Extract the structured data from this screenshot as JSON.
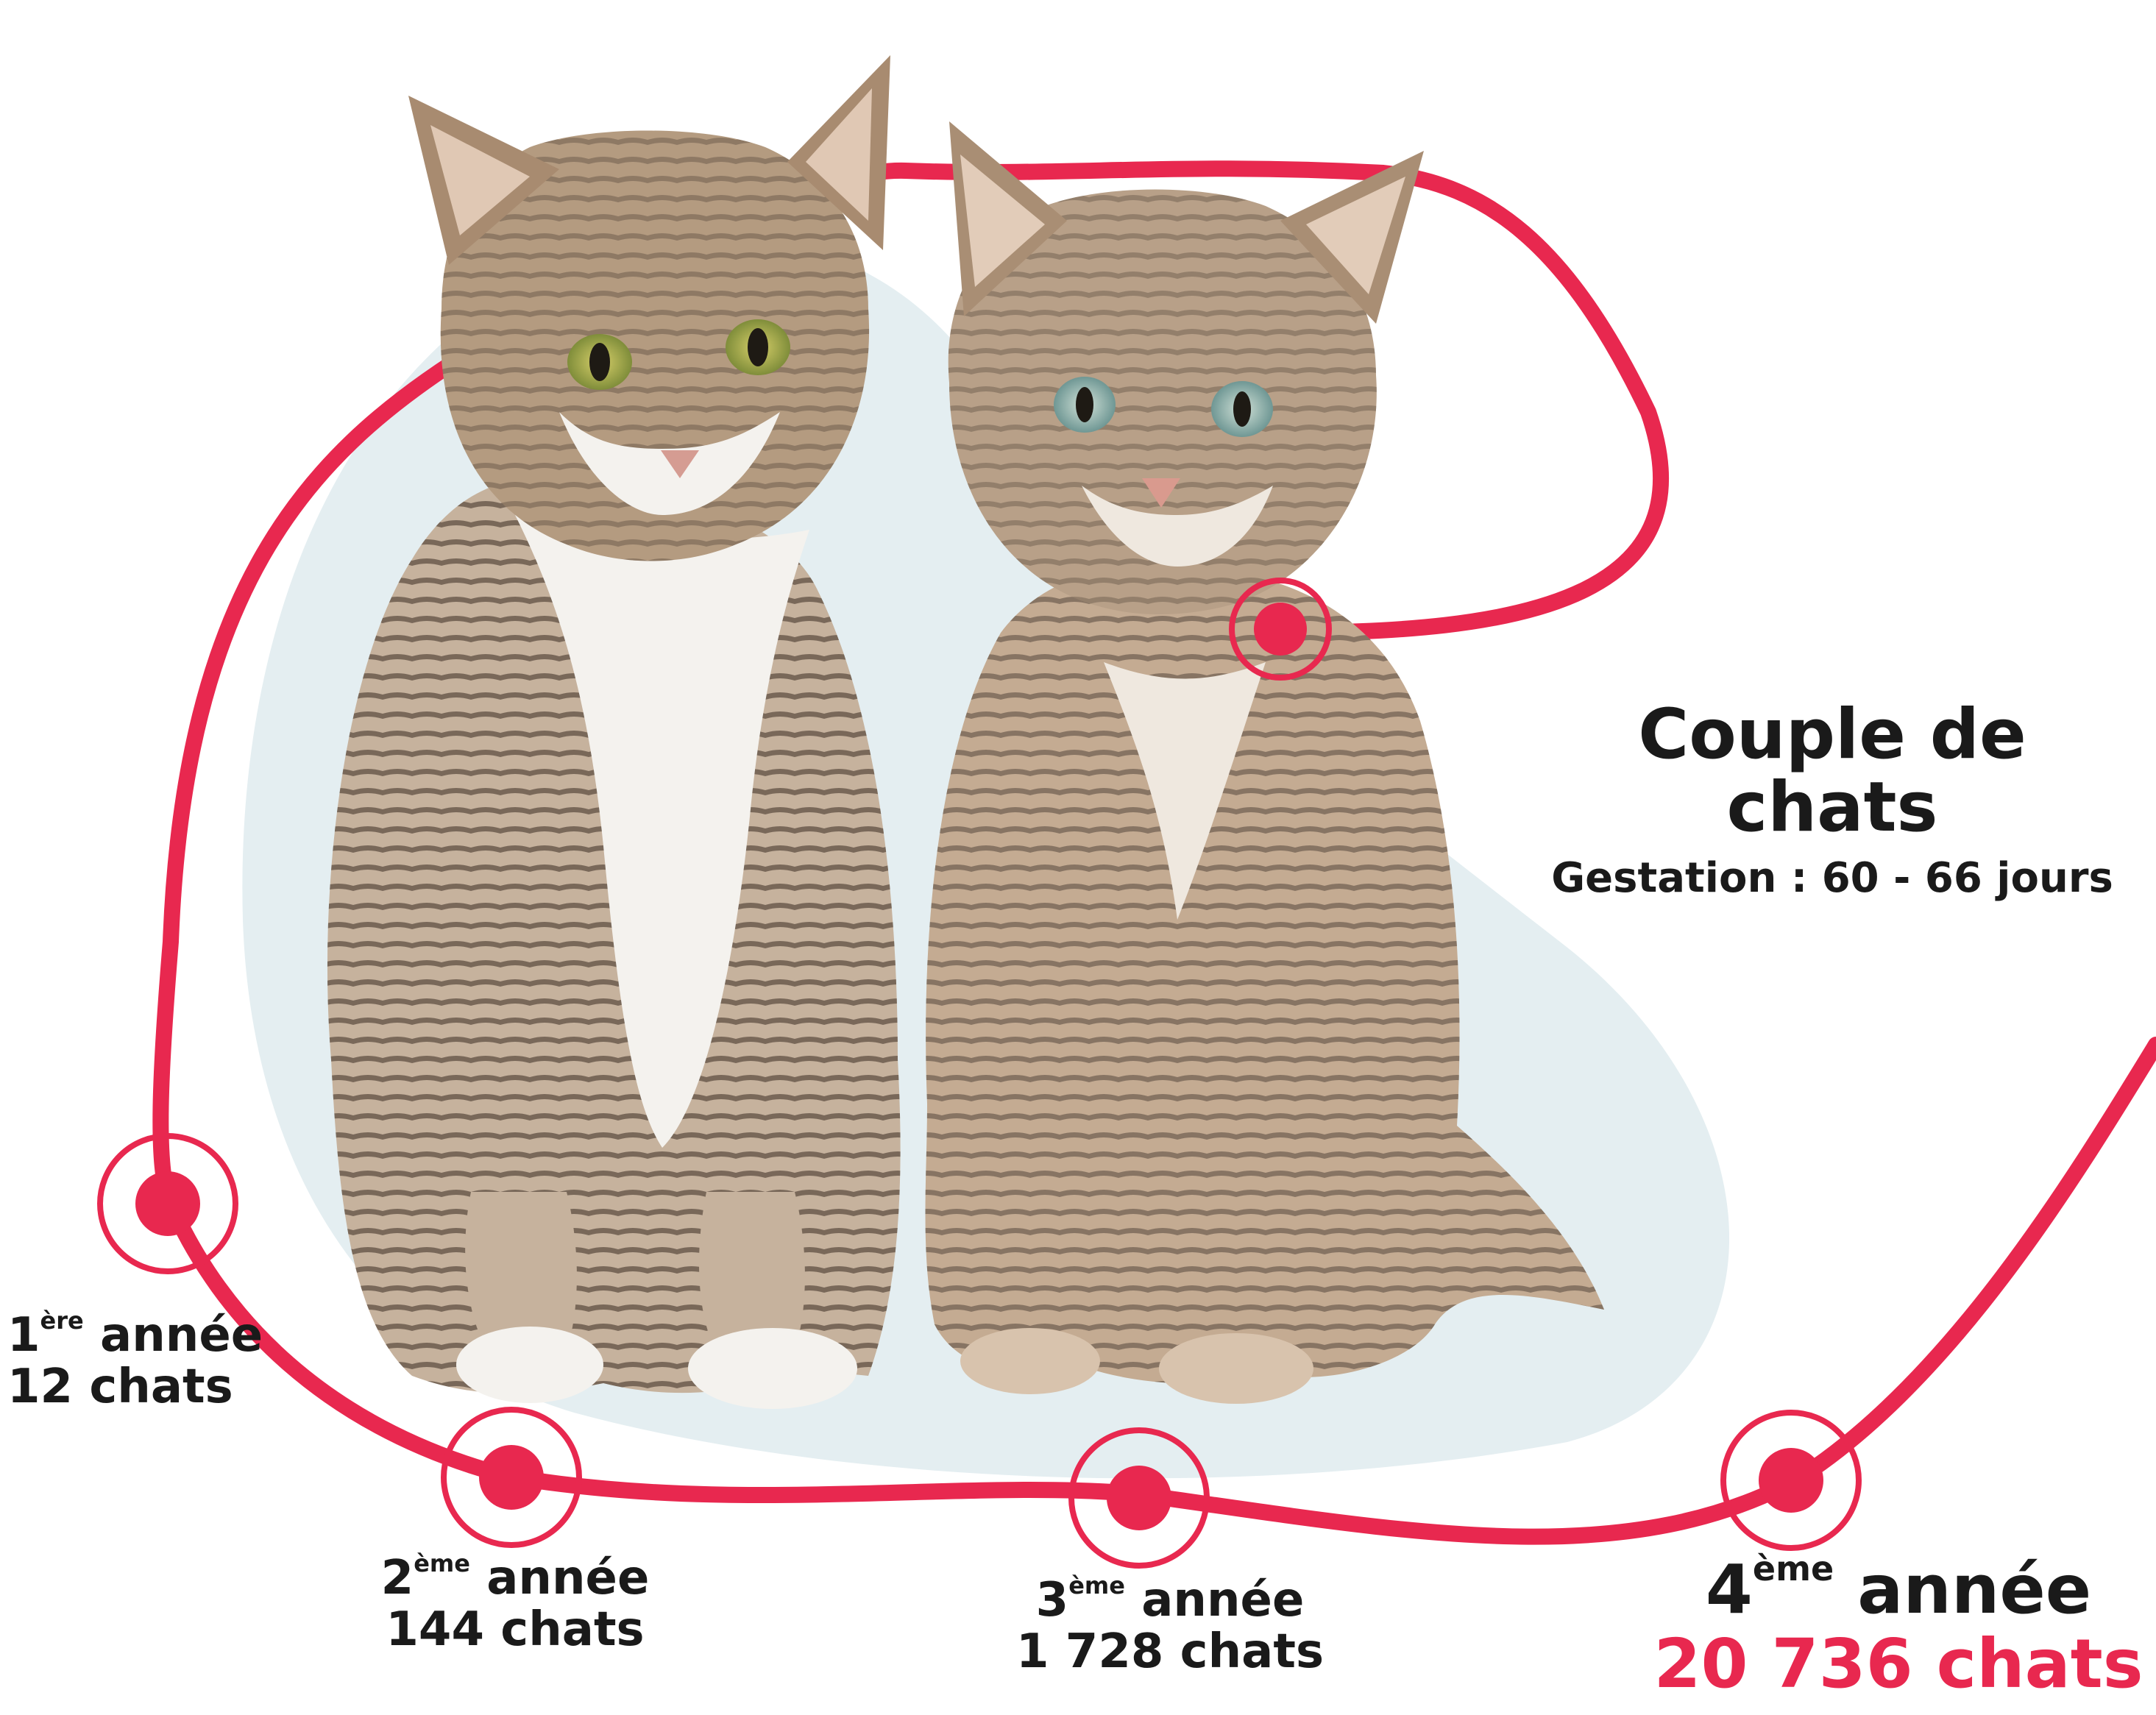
{
  "colors": {
    "accent": "#e8284f",
    "text": "#1a1a1a",
    "blob": "#e4eef1",
    "fur_light": "#c6b29d",
    "fur_dark": "#5e4e42",
    "fur_white": "#f4f2ee",
    "eye_green": "#9aa54f",
    "eye_blue": "#8db3b0"
  },
  "illustration": {
    "subject": "two-tabby-kittens",
    "icons": [
      "kitten-left",
      "kitten-right",
      "milestone-marker"
    ]
  },
  "header": {
    "title": "Couple de chats",
    "subtitle": "Gestation : 60 - 66 jours"
  },
  "milestones": [
    {
      "ordinal": "1",
      "suffix": "ère",
      "word": "année",
      "count": "12 chats"
    },
    {
      "ordinal": "2",
      "suffix": "ème",
      "word": "année",
      "count": "144 chats"
    },
    {
      "ordinal": "3",
      "suffix": "ème",
      "word": "année",
      "count": "1 728 chats"
    },
    {
      "ordinal": "4",
      "suffix": "ème",
      "word": "année",
      "count": "20 736 chats"
    }
  ]
}
